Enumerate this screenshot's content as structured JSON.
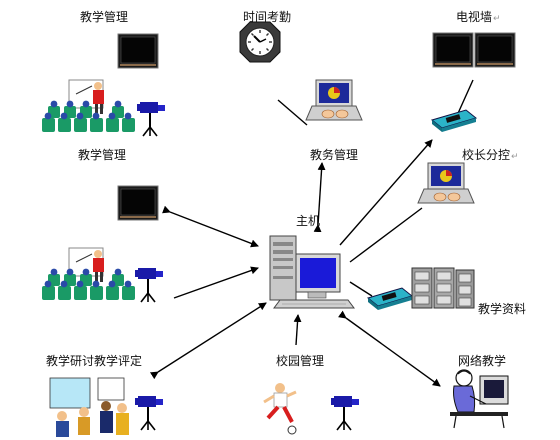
{
  "labels": {
    "jiaoxue_guanli_top": "教学管理",
    "shijian_kaoqin": "时间考勤",
    "dianshiqiang": "电视墙",
    "jiaoxue_guanli": "教学管理",
    "jiaowu_guanli": "教务管理",
    "xiaozhang_fenkong": "校长分控",
    "zhuji": "主机",
    "jiaoxue_ziliao": "教学资料",
    "yanjiu_pingding": "教学研讨教学评定",
    "xiaoyuan_guanli": "校园管理",
    "wangluo_jiaoxue": "网络教学"
  },
  "marks": {
    "return": "↵"
  }
}
